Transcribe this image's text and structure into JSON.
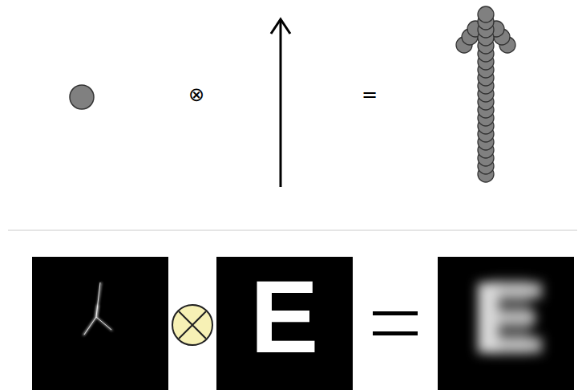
{
  "diagram": {
    "labels": [
      "⊗",
      "=",
      "E"
    ]
  }
}
